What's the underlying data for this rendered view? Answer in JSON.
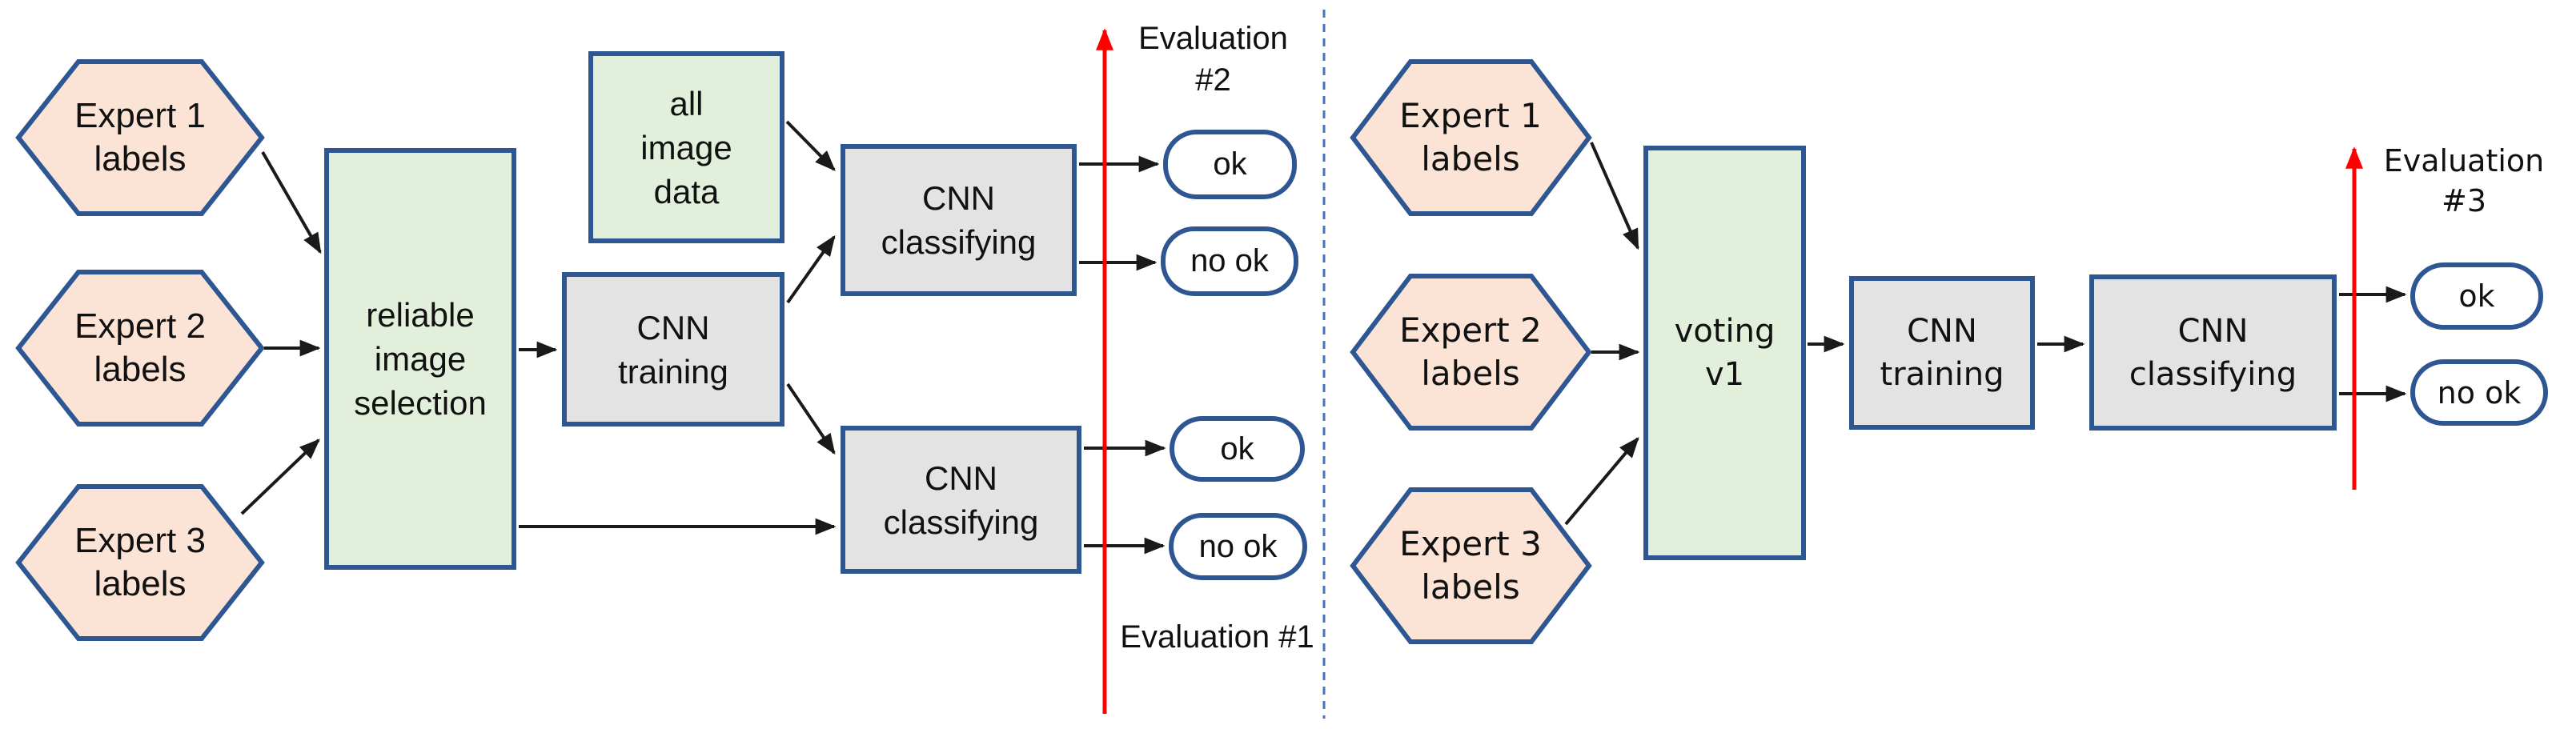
{
  "colors": {
    "border_blue": "#2e5693",
    "hex_fill": "#fbe3d5",
    "green_fill": "#e2efda",
    "gray_fill": "#e3e3e3",
    "pill_fill": "#ffffff",
    "red_line": "#ff0000",
    "divider_blue": "#4472c4",
    "arrow": "#1a1a1a",
    "text": "#111111"
  },
  "left": {
    "experts": [
      "Expert 1 labels",
      "Expert 2 labels",
      "Expert 3 labels"
    ],
    "selection": "reliable image selection",
    "all_image_data": "all image data",
    "training": "CNN training",
    "classifier_top": "CNN classifying",
    "classifier_bottom": "CNN classifying",
    "evaluation_top": "Evaluation #2",
    "evaluation_bottom": "Evaluation #1",
    "outcome_top_ok": "ok",
    "outcome_top_no_ok": "no ok",
    "outcome_bottom_ok": "ok",
    "outcome_bottom_no_ok": "no ok"
  },
  "right": {
    "experts": [
      "Expert 1 labels",
      "Expert 2 labels",
      "Expert 3 labels"
    ],
    "voting": "voting v1",
    "training": "CNN training",
    "classifier": "CNN classifying",
    "evaluation": "Evaluation #3",
    "outcome_ok": "ok",
    "outcome_no_ok": "no ok"
  }
}
